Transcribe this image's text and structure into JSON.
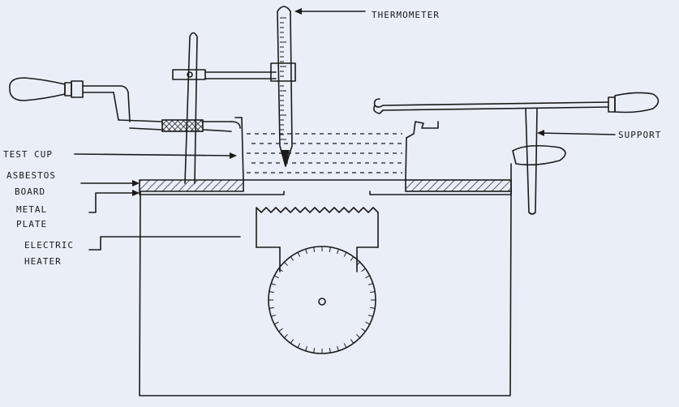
{
  "labels": {
    "thermometer": "THERMOMETER",
    "support": "SUPPORT",
    "test_cup": "TEST CUP",
    "asbestos_board_1": "ASBESTOS",
    "asbestos_board_2": "BOARD",
    "metal_plate_1": "METAL",
    "metal_plate_2": "PLATE",
    "electric_heater_1": "ELECTRIC",
    "electric_heater_2": "HEATER"
  },
  "colors": {
    "background": "#e9eef7",
    "ink": "#1b1b1b"
  }
}
